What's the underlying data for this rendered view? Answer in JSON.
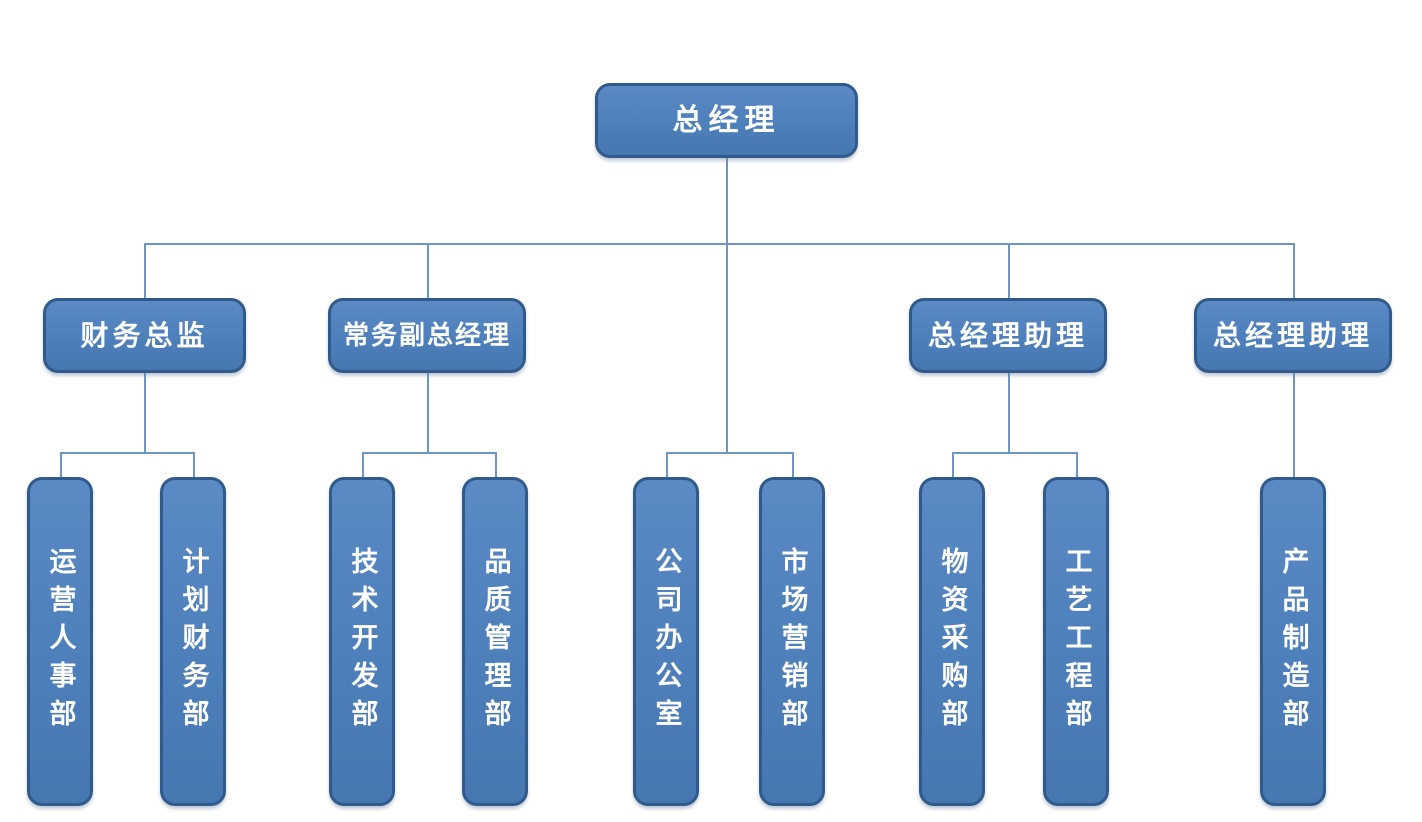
{
  "org": {
    "root": {
      "label": "总经理"
    },
    "managers": [
      {
        "label": "财务总监"
      },
      {
        "label": "常务副总经理"
      },
      {
        "label": "总经理助理"
      },
      {
        "label": "总经理助理"
      }
    ],
    "departments": [
      {
        "label": "运营人事部"
      },
      {
        "label": "计划财务部"
      },
      {
        "label": "技术开发部"
      },
      {
        "label": "品质管理部"
      },
      {
        "label": "公司办公室"
      },
      {
        "label": "市场营销部"
      },
      {
        "label": "物资采购部"
      },
      {
        "label": "工艺工程部"
      },
      {
        "label": "产品制造部"
      }
    ],
    "structure": [
      {
        "parent": "总经理",
        "children": [
          "财务总监",
          "常务副总经理",
          "公司办公室",
          "市场营销部",
          "总经理助理",
          "总经理助理"
        ]
      },
      {
        "parent": "财务总监",
        "children": [
          "运营人事部",
          "计划财务部"
        ]
      },
      {
        "parent": "常务副总经理",
        "children": [
          "技术开发部",
          "品质管理部"
        ]
      },
      {
        "parent": "总经理助理",
        "children": [
          "物资采购部",
          "工艺工程部"
        ]
      },
      {
        "parent": "总经理助理",
        "children": [
          "产品制造部"
        ]
      }
    ],
    "colors": {
      "node_fill": "#4f81bd",
      "node_border": "#2f5a8b",
      "connector": "#6f96c3",
      "text": "#ffffff",
      "background": "#ffffff"
    }
  }
}
